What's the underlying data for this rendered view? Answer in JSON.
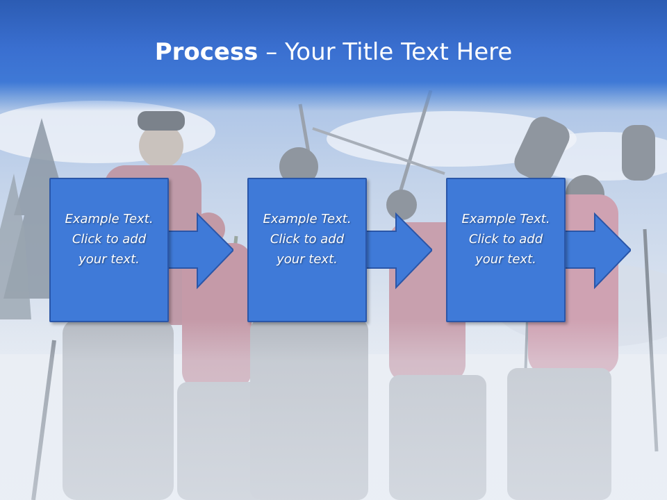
{
  "slide": {
    "title_bold": "Process",
    "title_rest": " – Your Title Text Here",
    "colors": {
      "title_band": "#3a6fd0",
      "box_fill": "#3f7ad8",
      "box_border": "#2a56a8",
      "text": "#ffffff"
    },
    "steps": [
      {
        "lines": [
          "Example Text.",
          "Click  to add",
          "your text."
        ]
      },
      {
        "lines": [
          "Example Text.",
          "Click  to add",
          "your text."
        ]
      },
      {
        "lines": [
          "Example Text.",
          "Click  to add",
          "your text."
        ]
      }
    ]
  }
}
